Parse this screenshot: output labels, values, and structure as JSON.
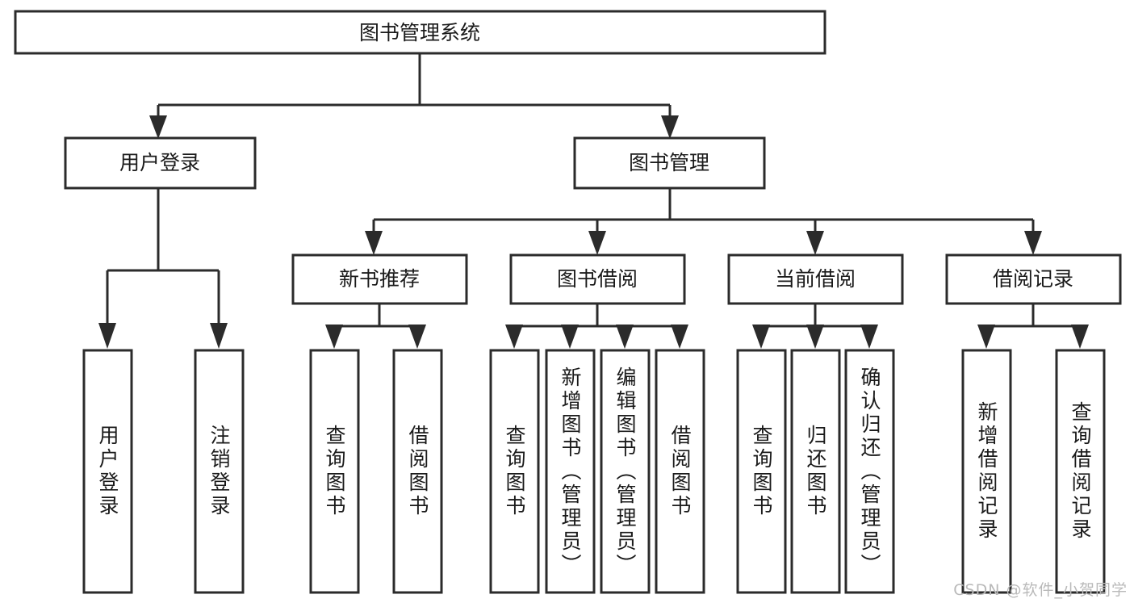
{
  "diagram": {
    "title": "图书管理系统",
    "type": "tree",
    "watermark": "CSDN @软件_小贺同学",
    "colors": {
      "stroke": "#2b2b2b",
      "fill": "#ffffff",
      "text": "#1a1a1a",
      "watermark": "#b9b9b9",
      "background": "#ffffff"
    },
    "root": {
      "label": "图书管理系统"
    },
    "level2": [
      {
        "id": "user-login",
        "label": "用户登录"
      },
      {
        "id": "book-manage",
        "label": "图书管理"
      }
    ],
    "level3": [
      {
        "id": "new-book-recommend",
        "label": "新书推荐",
        "parent": "book-manage"
      },
      {
        "id": "book-borrow",
        "label": "图书借阅",
        "parent": "book-manage"
      },
      {
        "id": "current-borrow",
        "label": "当前借阅",
        "parent": "book-manage"
      },
      {
        "id": "borrow-record",
        "label": "借阅记录",
        "parent": "book-manage"
      }
    ],
    "leaves": [
      {
        "id": "leaf-user-login",
        "label": "用户登录",
        "parent": "user-login"
      },
      {
        "id": "leaf-logout",
        "label": "注销登录",
        "parent": "user-login"
      },
      {
        "id": "leaf-query-book-1",
        "label": "查询图书",
        "parent": "new-book-recommend"
      },
      {
        "id": "leaf-borrow-book-1",
        "label": "借阅图书",
        "parent": "new-book-recommend"
      },
      {
        "id": "leaf-query-book-2",
        "label": "查询图书",
        "parent": "book-borrow"
      },
      {
        "id": "leaf-add-book",
        "label": "新增图书（管理员）",
        "parent": "book-borrow"
      },
      {
        "id": "leaf-edit-book",
        "label": "编辑图书（管理员）",
        "parent": "book-borrow"
      },
      {
        "id": "leaf-borrow-book-2",
        "label": "借阅图书",
        "parent": "book-borrow"
      },
      {
        "id": "leaf-query-book-3",
        "label": "查询图书",
        "parent": "current-borrow"
      },
      {
        "id": "leaf-return-book",
        "label": "归还图书",
        "parent": "current-borrow"
      },
      {
        "id": "leaf-confirm-return",
        "label": "确认归还（管理员）",
        "parent": "current-borrow"
      },
      {
        "id": "leaf-add-record",
        "label": "新增借阅记录",
        "parent": "borrow-record"
      },
      {
        "id": "leaf-query-record",
        "label": "查询借阅记录",
        "parent": "borrow-record"
      }
    ]
  }
}
